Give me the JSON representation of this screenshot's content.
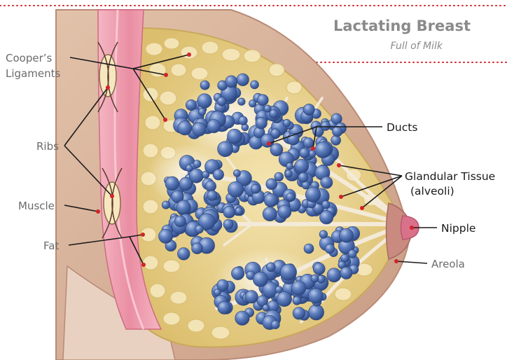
{
  "title": "Lactating Breast",
  "subtitle": "Full of Milk",
  "labels": {
    "coopers_line1": "Cooper’s",
    "coopers_line2": "Ligaments",
    "ribs": "Ribs",
    "muscle": "Muscle",
    "fat": "Fat",
    "ducts": "Ducts",
    "glandular_line1": "Glandular Tissue",
    "glandular_line2": "(alveoli)",
    "nipple": "Nipple",
    "areola": "Areola"
  },
  "colors": {
    "title": "#8a8a8a",
    "skin": "#d8b49a",
    "skin_edge": "#b98a76",
    "fat": "#e9d08a",
    "muscle": "#ef9fb0",
    "rib": "#f6e7bf",
    "alveoli": "#4f6fae",
    "alveoli_light": "#9db3da",
    "duct": "#f3ead8",
    "leader": "#1a1a1a",
    "dot": "#d2232a",
    "dotted_rule": "#d2232a",
    "nipple": "#d9718a"
  }
}
